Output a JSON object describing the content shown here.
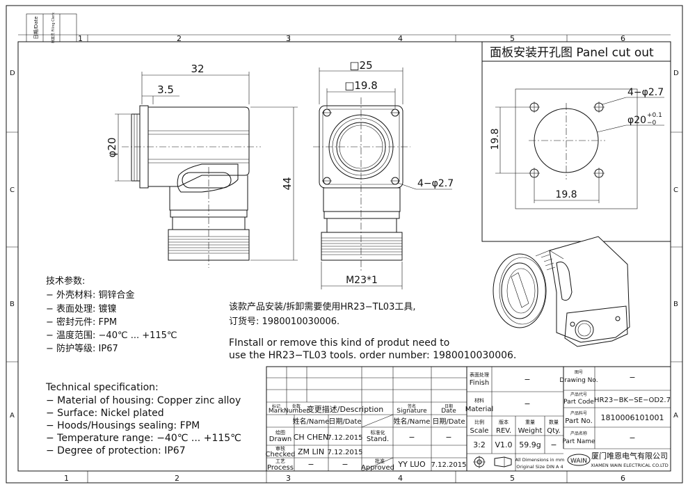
{
  "frame": {
    "col_labels": [
      "1",
      "2",
      "3",
      "4",
      "5",
      "6"
    ],
    "col_labels_bottom": [
      "1",
      "2",
      "3",
      "4",
      "5",
      "6"
    ],
    "row_labels": [
      "D",
      "C",
      "B",
      "A"
    ],
    "filing_date_label": "日期/Date",
    "filing_clerk_label": "档案员 Filing Clerk"
  },
  "panel_cutout": {
    "title": "面板安装开孔图   Panel cut out",
    "hole_label": "4−φ2.7",
    "dia_label": "φ20",
    "dia_tol_upper": "+0.1",
    "dia_tol_lower": "−0",
    "dim_v": "19.8",
    "dim_h": "19.8"
  },
  "side_view": {
    "dim_32": "32",
    "dim_35": "3.5",
    "dim_20": "φ20",
    "dim_44": "44"
  },
  "front_view": {
    "dim_25": "□25",
    "dim_198": "□19.8",
    "hole_label": "4−φ2.7",
    "thread": "M23*1"
  },
  "tech_cn": {
    "title": "技术参数:",
    "items": [
      "−  外壳材料: 铜锌合金",
      "−  表面处理: 镀镍",
      "−  密封元件: FPM",
      "−  温度范围: −40℃ ... +115℃",
      "−  防护等级: IP67"
    ]
  },
  "notes": {
    "cn_line1": "该款产品安装/拆卸需要使用HR23−TL03工具,",
    "cn_line2": "订货号: 1980010030006.",
    "en_line1": "FInstall or remove this kind of produt need to",
    "en_line2": "use the HR23−TL03 tools. order number: 1980010030006."
  },
  "tech_en": {
    "title": "Technical specification:",
    "items": [
      "−  Material of housing: Copper zinc alloy",
      "−  Surface: Nickel plated",
      "−  Hoods/Housings sealing: FPM",
      "−  Temperature range: −40℃ ... +115℃",
      "−  Degree of protection: IP67"
    ]
  },
  "title_block": {
    "mark": "Mark",
    "mark_cn": "标记",
    "number": "Number",
    "number_cn": "处数",
    "description": "变更描述/Description",
    "signature": "Signature",
    "signature_cn": "签名",
    "date": "Date",
    "date_cn": "日期",
    "name": "姓名/Name",
    "date2": "日期/Date",
    "drawn_cn": "绘图",
    "drawn": "Drawn",
    "drawn_name": "CH CHEN",
    "drawn_date": "7.12.2015",
    "stand_cn": "标准化",
    "stand": "Stand.",
    "stand_name": "−",
    "stand_date": "−",
    "checked_cn": "审核",
    "checked": "Checked",
    "checked_name": "ZM LIN",
    "checked_date": "7.12.2015",
    "process_cn": "工艺",
    "process": "Process",
    "process_name": "−",
    "process_date": "−",
    "approved_cn": "批准",
    "approved": "Approved",
    "approved_name": "YY LUO",
    "approved_date": "7.12.2015",
    "finish_cn": "表面处理",
    "finish": "Finish",
    "finish_val": "−",
    "material_cn": "材料",
    "material": "Material",
    "material_val": "−",
    "scale_cn": "比例",
    "scale": "Scale",
    "scale_val": "3:2",
    "rev_cn": "版本",
    "rev": "REV.",
    "rev_val": "V1.0",
    "weight_cn": "重量",
    "weight": "Weight",
    "weight_val": "59.9g",
    "qty_cn": "数量",
    "qty": "Qty.",
    "qty_val": "−",
    "dims_note_1": "All Dimensions in mm",
    "dims_note_2": "Original Size DIN A 4",
    "drawing_no_cn": "图号",
    "drawing_no": "Drawing No.",
    "drawing_no_val": "−",
    "part_code_cn": "产品代号",
    "part_code": "Part Code",
    "part_code_val": "HR23−BK−SE−OD2.7",
    "part_no_cn": "产品料号",
    "part_no": "Part No.",
    "part_no_val": "1810006101001",
    "part_name_cn": "产品名称",
    "part_name": "Part Name",
    "part_name_val": "−",
    "logo_text": "WAIN",
    "company_cn": "厦门唯恩电气有限公司",
    "company_en": "XIAMEN WAIN ELECTRICAL CO.LTD"
  }
}
